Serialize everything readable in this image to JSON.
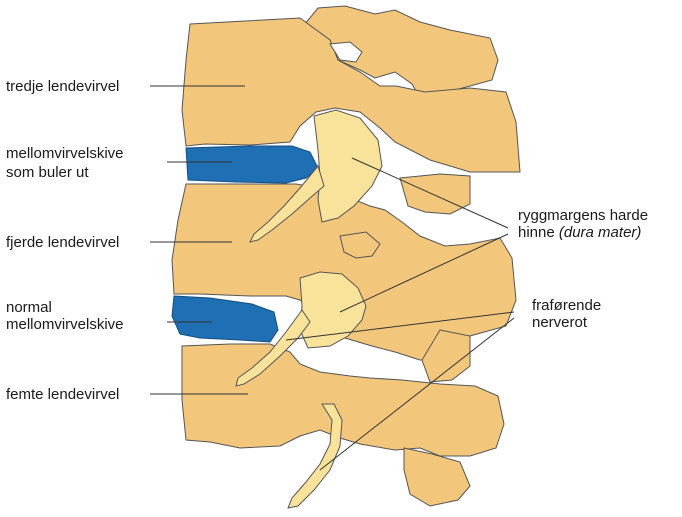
{
  "labels": {
    "third_vertebra": "tredje lendevirvel",
    "bulging_disc_line1": "mellomvirvelskive",
    "bulging_disc_line2": "som buler ut",
    "fourth_vertebra": "fjerde lendevirvel",
    "normal_disc_line1": "normal",
    "normal_disc_line2": "mellomvirvelskive",
    "fifth_vertebra": "femte lendevirvel",
    "dura_line1": "ryggmargens harde",
    "dura_line2_prefix": "hinne",
    "dura_line2_italic": "(dura mater)",
    "nerve_line1": "fraførende",
    "nerve_line2": "nerverot"
  },
  "colors": {
    "bone": "#f2c77c",
    "bone_shadow": "#e3b062",
    "dura": "#f9e29a",
    "disc": "#1f6fb5",
    "outline": "#555555",
    "leader_line": "#333333"
  }
}
